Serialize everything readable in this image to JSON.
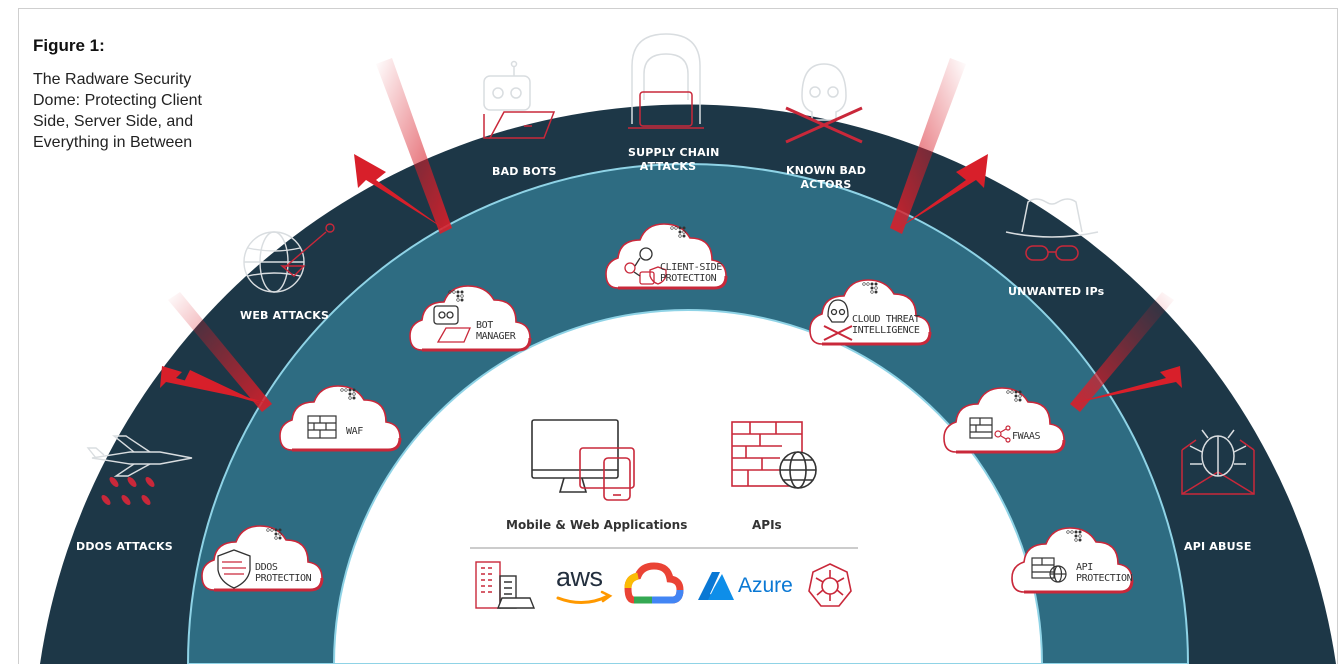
{
  "figure": {
    "title": "Figure 1:",
    "caption": "The Radware Security Dome: Protecting Client Side, Server Side, and Everything in Between"
  },
  "threats": {
    "ddos": "DDOS ATTACKS",
    "web": "WEB ATTACKS",
    "bad_bots": "BAD BOTS",
    "supply_chain_1": "SUPPLY CHAIN",
    "supply_chain_2": "ATTACKS",
    "known_bad_1": "KNOWN BAD",
    "known_bad_2": "ACTORS",
    "unwanted_ips": "UNWANTED IPs",
    "api_abuse": "API ABUSE"
  },
  "services": {
    "ddos_1": "DDoS",
    "ddos_2": "PROTECTION",
    "waf": "WAF",
    "bot_1": "BOT",
    "bot_2": "MANAGER",
    "client_1": "CLIENT-SIDE",
    "client_2": "PROTECTION",
    "cloud_1": "CLOUD THREAT",
    "cloud_2": "INTELLIGENCE",
    "fwaas": "FWAAS",
    "api_1": "API",
    "api_2": "PROTECTION"
  },
  "core": {
    "apps": "Mobile & Web Applications",
    "apis": "APIs",
    "aws": "aws",
    "azure": "Azure"
  },
  "colors": {
    "outer_ring": "#1d3747",
    "inner_ring": "#2e6c82",
    "ring_edge": "#8fd3e6",
    "threat_red": "#d81f2a",
    "line_icon": "#c9283a"
  }
}
